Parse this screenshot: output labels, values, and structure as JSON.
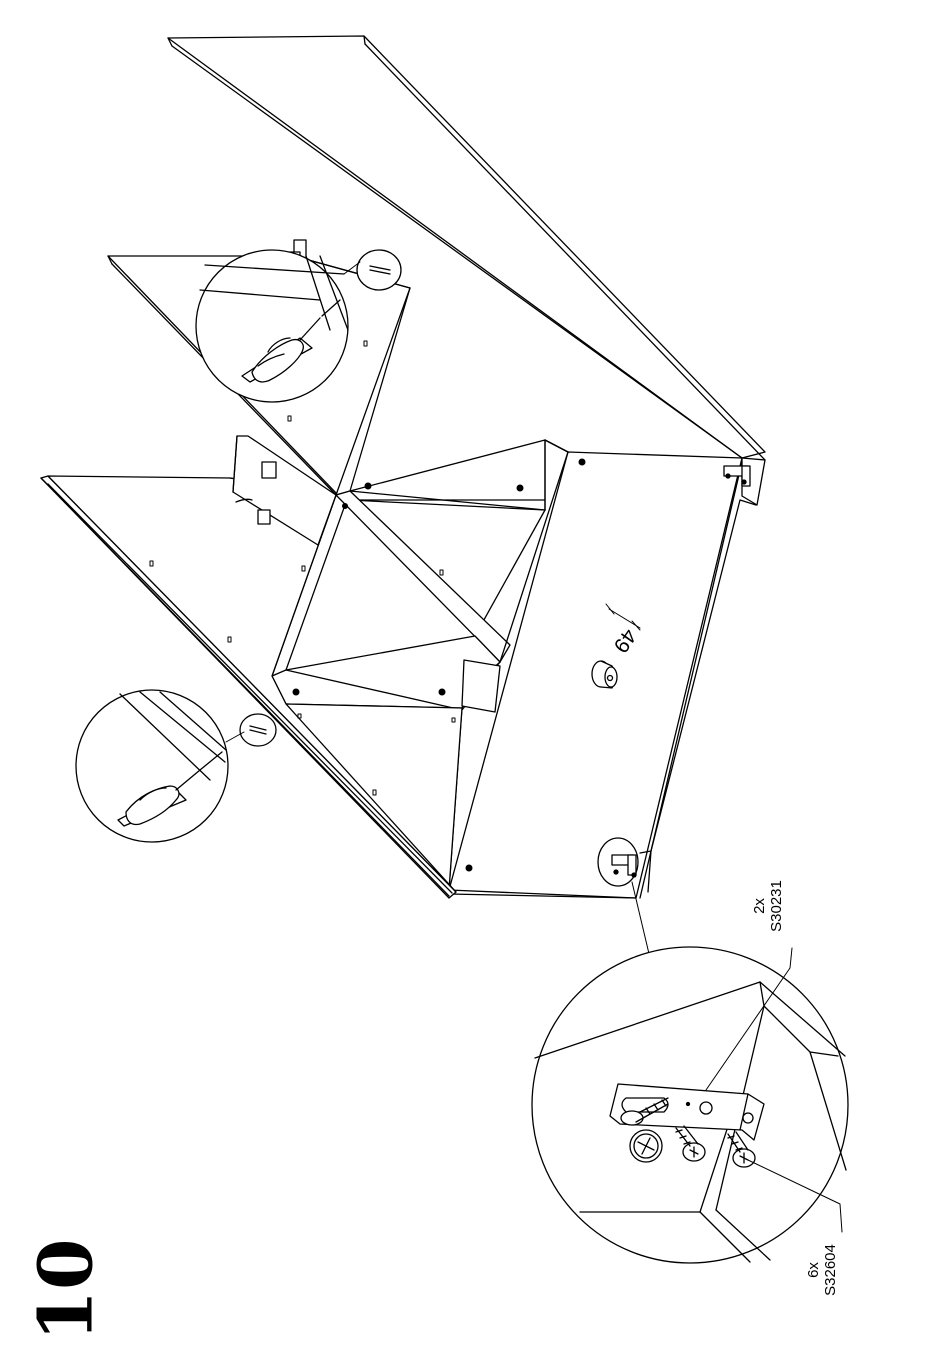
{
  "step": {
    "number": "10"
  },
  "parts": [
    {
      "quantity": "2x",
      "code": "S30231",
      "kind": "angle-bracket"
    },
    {
      "quantity": "6x",
      "code": "S32604",
      "kind": "wood-screw"
    }
  ],
  "dimension": {
    "value": "49"
  },
  "colors": {
    "line": "#000000",
    "background": "#ffffff"
  },
  "icons": [
    "hand-screwdriver-icon",
    "phillips-screwdriver-icon",
    "magnifier-circle-icon"
  ]
}
